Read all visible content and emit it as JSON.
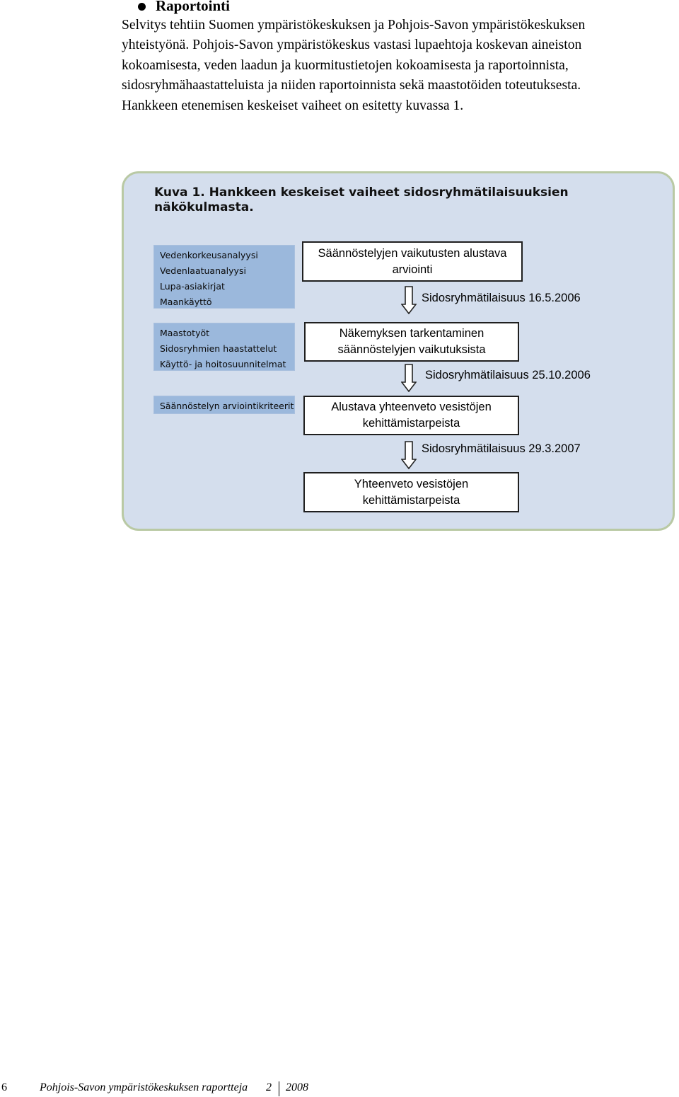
{
  "section": {
    "heading": "Raportointi",
    "paragraph_lines": [
      "Selvitys tehtiin Suomen ympäristökeskuksen ja Pohjois-Savon ympäristökeskuksen",
      "yhteistyönä. Pohjois-Savon ympäristökeskus vastasi lupaehtoja koskevan aineiston",
      "kokoamisesta, veden laadun ja kuormitustietojen kokoamisesta ja raportoinnista,",
      "sidosryhmähaastatteluista ja niiden raportoinnista sekä maastotöiden toteutuksesta.",
      "Hankkeen etenemisen keskeiset vaiheet on esitetty kuvassa 1."
    ]
  },
  "figure": {
    "title_lines": [
      "Kuva 1. Hankkeen keskeiset vaiheet sidosryhmätilaisuuksien",
      "näkökulmasta."
    ],
    "left_boxes": [
      {
        "lines": [
          "Vedenkorkeusanalyysi",
          "Vedenlaatuanalyysi",
          "Lupa-asiakirjat",
          "Maankäyttö"
        ]
      },
      {
        "lines": [
          "Maastotyöt",
          "Sidosryhmien haastattelut",
          "Käyttö- ja hoitosuunnitelmat"
        ]
      },
      {
        "lines": [
          "Säännöstelyn arviointikriteerit"
        ]
      }
    ],
    "right_boxes": [
      {
        "lines": [
          "Säännöstelyjen vaikutusten alustava",
          "arviointi"
        ]
      },
      {
        "lines": [
          "Näkemyksen tarkentaminen",
          "säännöstelyjen vaikutuksista"
        ]
      },
      {
        "lines": [
          "Alustava yhteenveto vesistöjen",
          "kehittämistarpeista"
        ]
      },
      {
        "lines": [
          "Yhteenveto vesistöjen",
          "kehittämistarpeista"
        ]
      }
    ],
    "events": [
      "Sidosryhmätilaisuus 16.5.2006",
      "Sidosryhmätilaisuus 25.10.2006",
      "Sidosryhmätilaisuus 29.3.2007"
    ]
  },
  "footer": {
    "page_number": "6",
    "publication": "Pohjois-Savon ympäristökeskuksen raportteja",
    "issue": "2",
    "year": "2008"
  }
}
